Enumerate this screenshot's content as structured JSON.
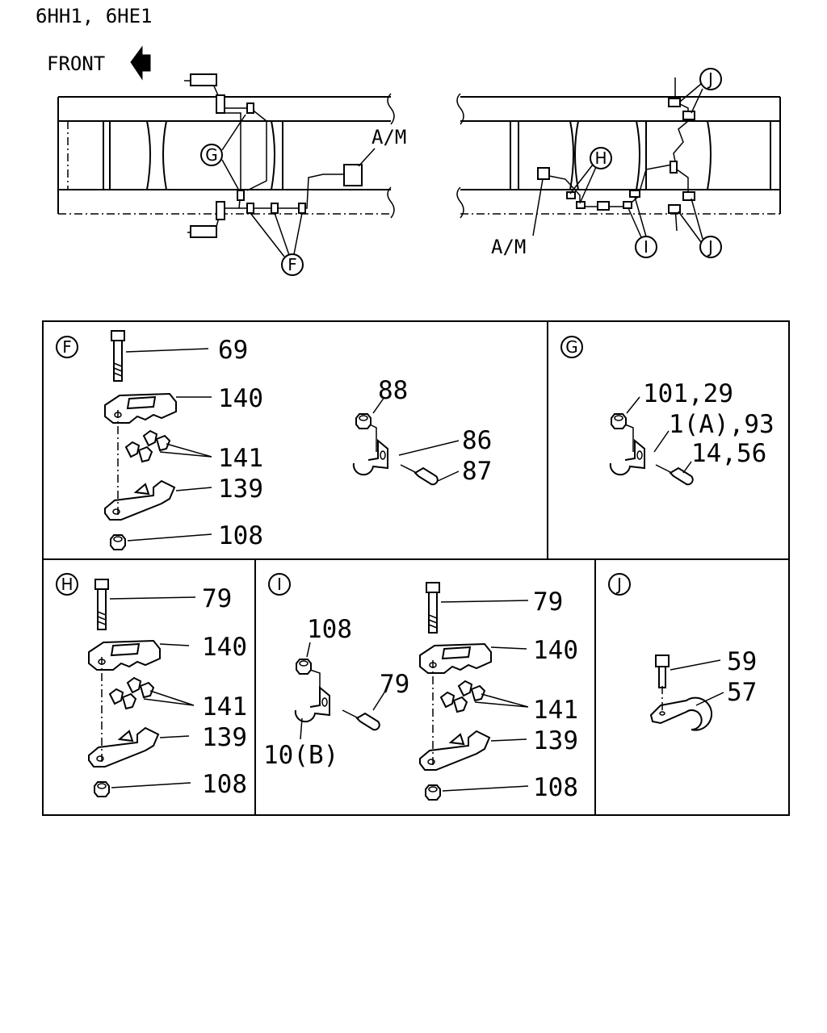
{
  "header": {
    "model_code": "6HH1, 6HE1",
    "front_label": "FRONT"
  },
  "overview": {
    "left_am_label": "A/M",
    "right_am_label": "A/M",
    "callouts": [
      "G",
      "F",
      "H",
      "I",
      "J",
      "J"
    ]
  },
  "panels": {
    "F": {
      "letter": "F",
      "parts": [
        "69",
        "140",
        "141",
        "139",
        "108",
        "88",
        "86",
        "87"
      ]
    },
    "G": {
      "letter": "G",
      "parts": [
        "101,29",
        "1(A),93",
        "14,56"
      ]
    },
    "H": {
      "letter": "H",
      "parts": [
        "79",
        "140",
        "141",
        "139",
        "108"
      ]
    },
    "I": {
      "letter": "I",
      "parts": [
        "108",
        "79",
        "10(B)",
        "79",
        "140",
        "141",
        "139",
        "108"
      ]
    },
    "J": {
      "letter": "J",
      "parts": [
        "59",
        "57"
      ]
    }
  }
}
